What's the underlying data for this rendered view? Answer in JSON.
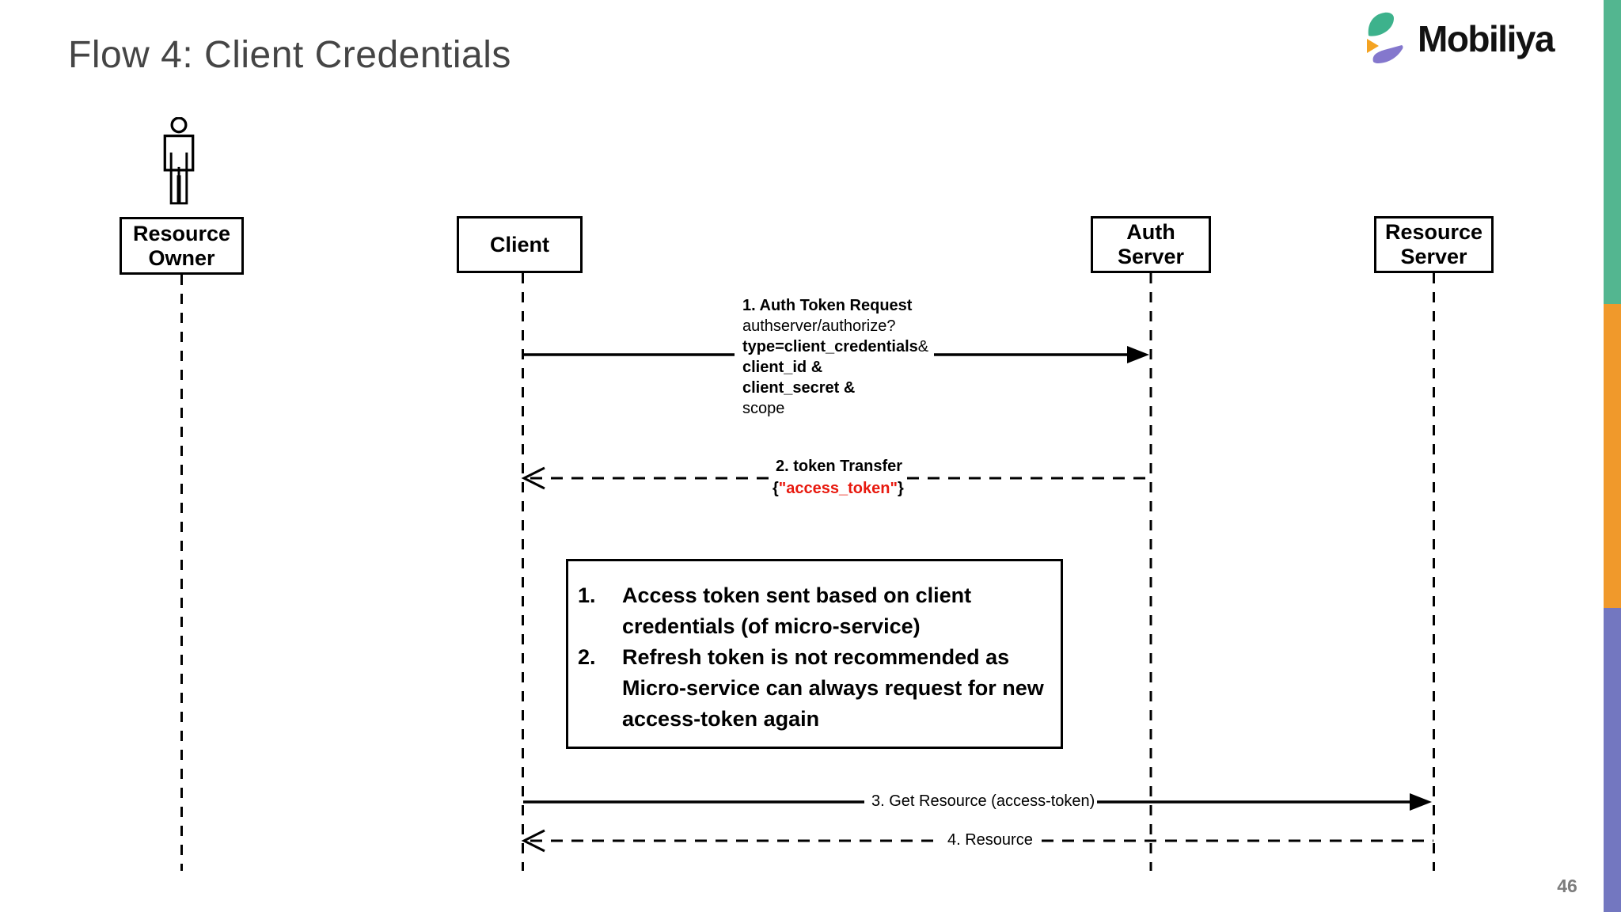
{
  "slide": {
    "title": "Flow 4: Client Credentials",
    "page_number": "46"
  },
  "logo": {
    "brand": "Mobiliya"
  },
  "palette": {
    "edge_teal": "#53b690",
    "edge_orange": "#f0992b",
    "edge_purple": "#7377c0",
    "logo_teal": "#3db28c",
    "logo_orange": "#f4a322",
    "logo_purple": "#8477cd",
    "highlight_red": "#e8190e",
    "title_gray": "#454545",
    "page_number_gray": "#7d7d7d"
  },
  "actors": [
    {
      "label": "Resource\nOwner"
    },
    {
      "label": "Client"
    },
    {
      "label": "Auth\nServer"
    },
    {
      "label": "Resource\nServer"
    }
  ],
  "messages": {
    "m1": {
      "line1": "1. Auth Token Request",
      "line2": "authserver/authorize?",
      "line3_bold": "type=client_credentials",
      "line3_amp": "&",
      "line4": "client_id &",
      "line5": "client_secret &",
      "line6": "scope"
    },
    "m2": {
      "title": "2. token Transfer",
      "payload_open": "{",
      "payload_token": "\"access_token\"",
      "payload_close": "}"
    },
    "m3": {
      "label": "3. Get Resource (access-token)"
    },
    "m4": {
      "label": "4. Resource"
    }
  },
  "note": {
    "item1_num": "1.",
    "item1_text": "Access token sent based on client credentials (of micro-service)",
    "item2_num": "2.",
    "item2_text": "Refresh token is not recommended as Micro-service can always request for new access-token again"
  }
}
